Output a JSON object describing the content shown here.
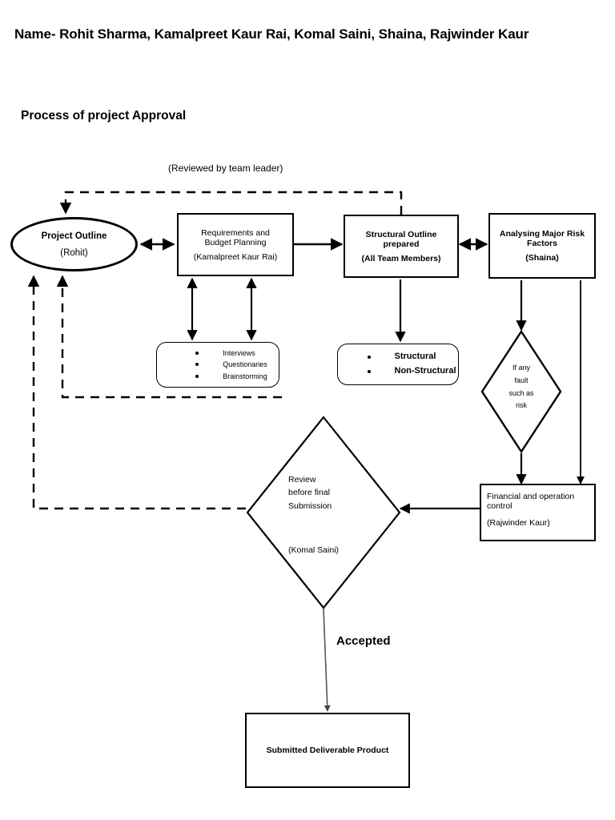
{
  "document": {
    "heading": "Name- Rohit Sharma, Kamalpreet Kaur Rai, Komal Saini, Shaina, Rajwinder Kaur",
    "subheading": "Process of project Approval"
  },
  "labels": {
    "reviewed_by_team_leader": "(Reviewed by team leader)",
    "accepted": "Accepted"
  },
  "nodes": {
    "project_outline": {
      "title": "Project Outline",
      "owner": "(Rohit)"
    },
    "requirements": {
      "line1": "Requirements and",
      "line2": "Budget Planning",
      "owner": "(Kamalpreet Kaur Rai)"
    },
    "structural_outline": {
      "line1": "Structural Outline",
      "line2": "prepared",
      "owner": "(All Team Members)"
    },
    "risk_factors": {
      "line1": "Analysing Major Risk",
      "line2": "Factors",
      "owner": "(Shaina)"
    },
    "requirements_methods": {
      "items": [
        "Interviews",
        "Questionaries",
        "Brainstorming"
      ]
    },
    "structural_types": {
      "items": [
        "Structural",
        "Non-Structural"
      ]
    },
    "fault_decision": {
      "line1": "If any",
      "line2": "fault",
      "line3": "such as",
      "line4": "risk"
    },
    "financial_control": {
      "line1": "Financial and operation",
      "line2": "control",
      "owner": "(Rajwinder Kaur)"
    },
    "review_decision": {
      "line1": "Review",
      "line2": "before final",
      "line3": "Submission",
      "owner": "(Komal Saini)"
    },
    "deliverable": {
      "title": "Submitted Deliverable Product"
    }
  },
  "colors": {
    "stroke": "#000000",
    "background": "#ffffff"
  }
}
